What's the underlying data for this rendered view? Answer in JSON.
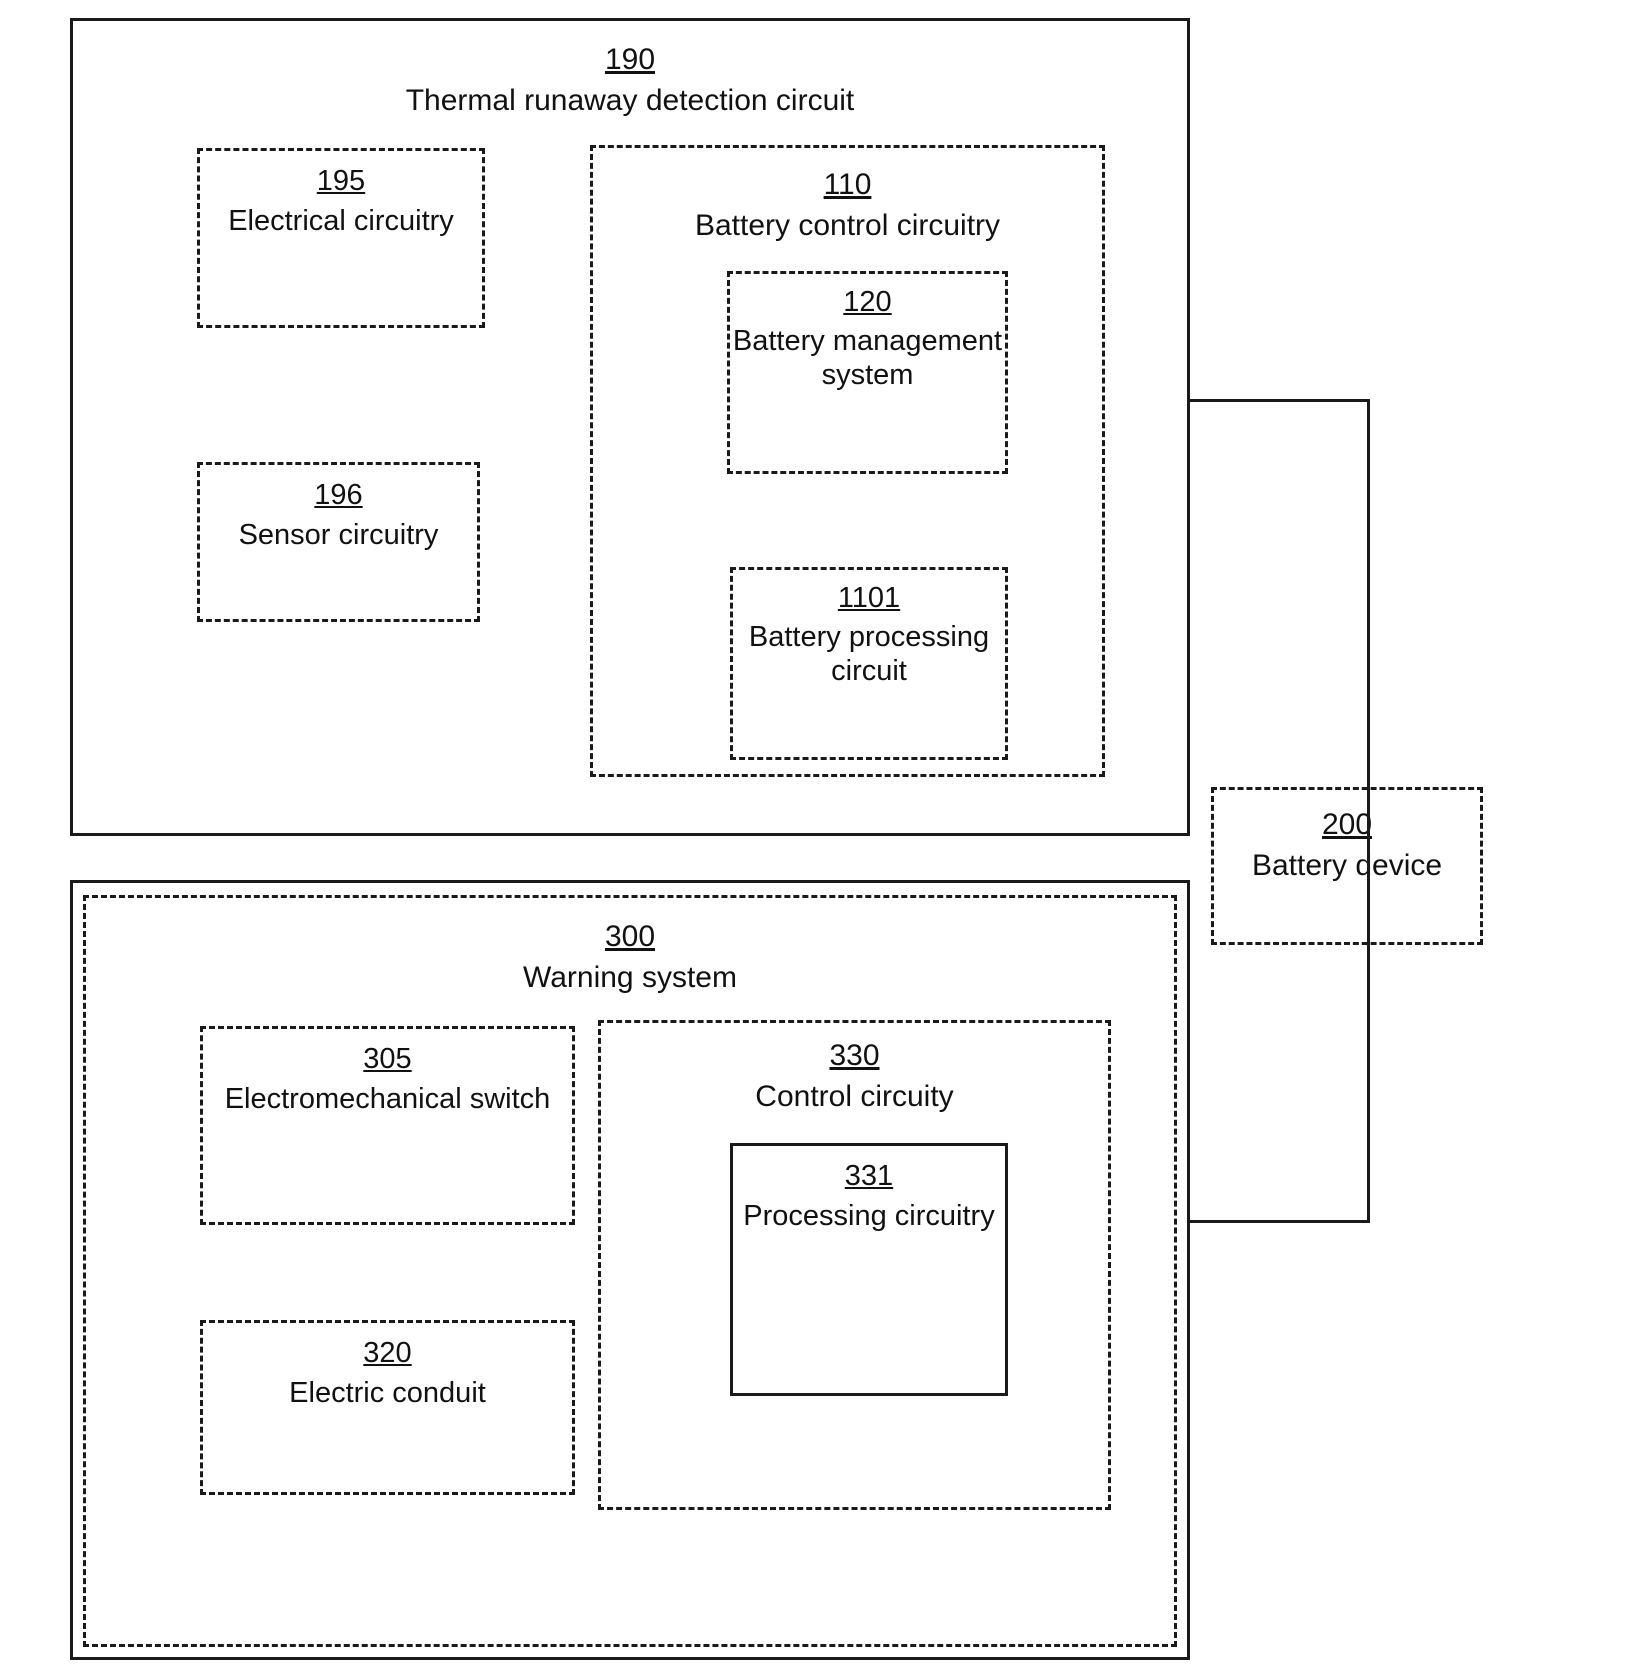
{
  "diagram": {
    "figure_type": "patent-block-diagram",
    "line_color": "#1a1a1a",
    "background": "#ffffff"
  },
  "blocks": {
    "b190": {
      "ref": "190",
      "caption": "Thermal runaway detection circuit",
      "border": "solid"
    },
    "b195": {
      "ref": "195",
      "caption": "Electrical circuitry",
      "border": "dashed"
    },
    "b196": {
      "ref": "196",
      "caption": "Sensor circuitry",
      "border": "dashed"
    },
    "b110": {
      "ref": "110",
      "caption": "Battery control circuitry",
      "border": "dashed"
    },
    "b120": {
      "ref": "120",
      "caption": "Battery management system",
      "border": "dashed"
    },
    "b1101": {
      "ref": "1101",
      "caption": "Battery processing circuit",
      "border": "dashed"
    },
    "b200": {
      "ref": "200",
      "caption": "Battery device",
      "border": "dashed"
    },
    "b300": {
      "ref": "300",
      "caption": "Warning system",
      "border": "solid+dashed"
    },
    "b305": {
      "ref": "305",
      "caption": "Electromechanical switch",
      "border": "dashed"
    },
    "b320": {
      "ref": "320",
      "caption": "Electric conduit",
      "border": "dashed"
    },
    "b330": {
      "ref": "330",
      "caption": "Control circuity",
      "border": "dashed"
    },
    "b331": {
      "ref": "331",
      "caption": "Processing circuitry",
      "border": "solid"
    }
  },
  "connections": [
    {
      "from": "190",
      "to": "200",
      "style": "orthogonal-line"
    },
    {
      "from": "200",
      "to": "300",
      "style": "orthogonal-line"
    }
  ]
}
